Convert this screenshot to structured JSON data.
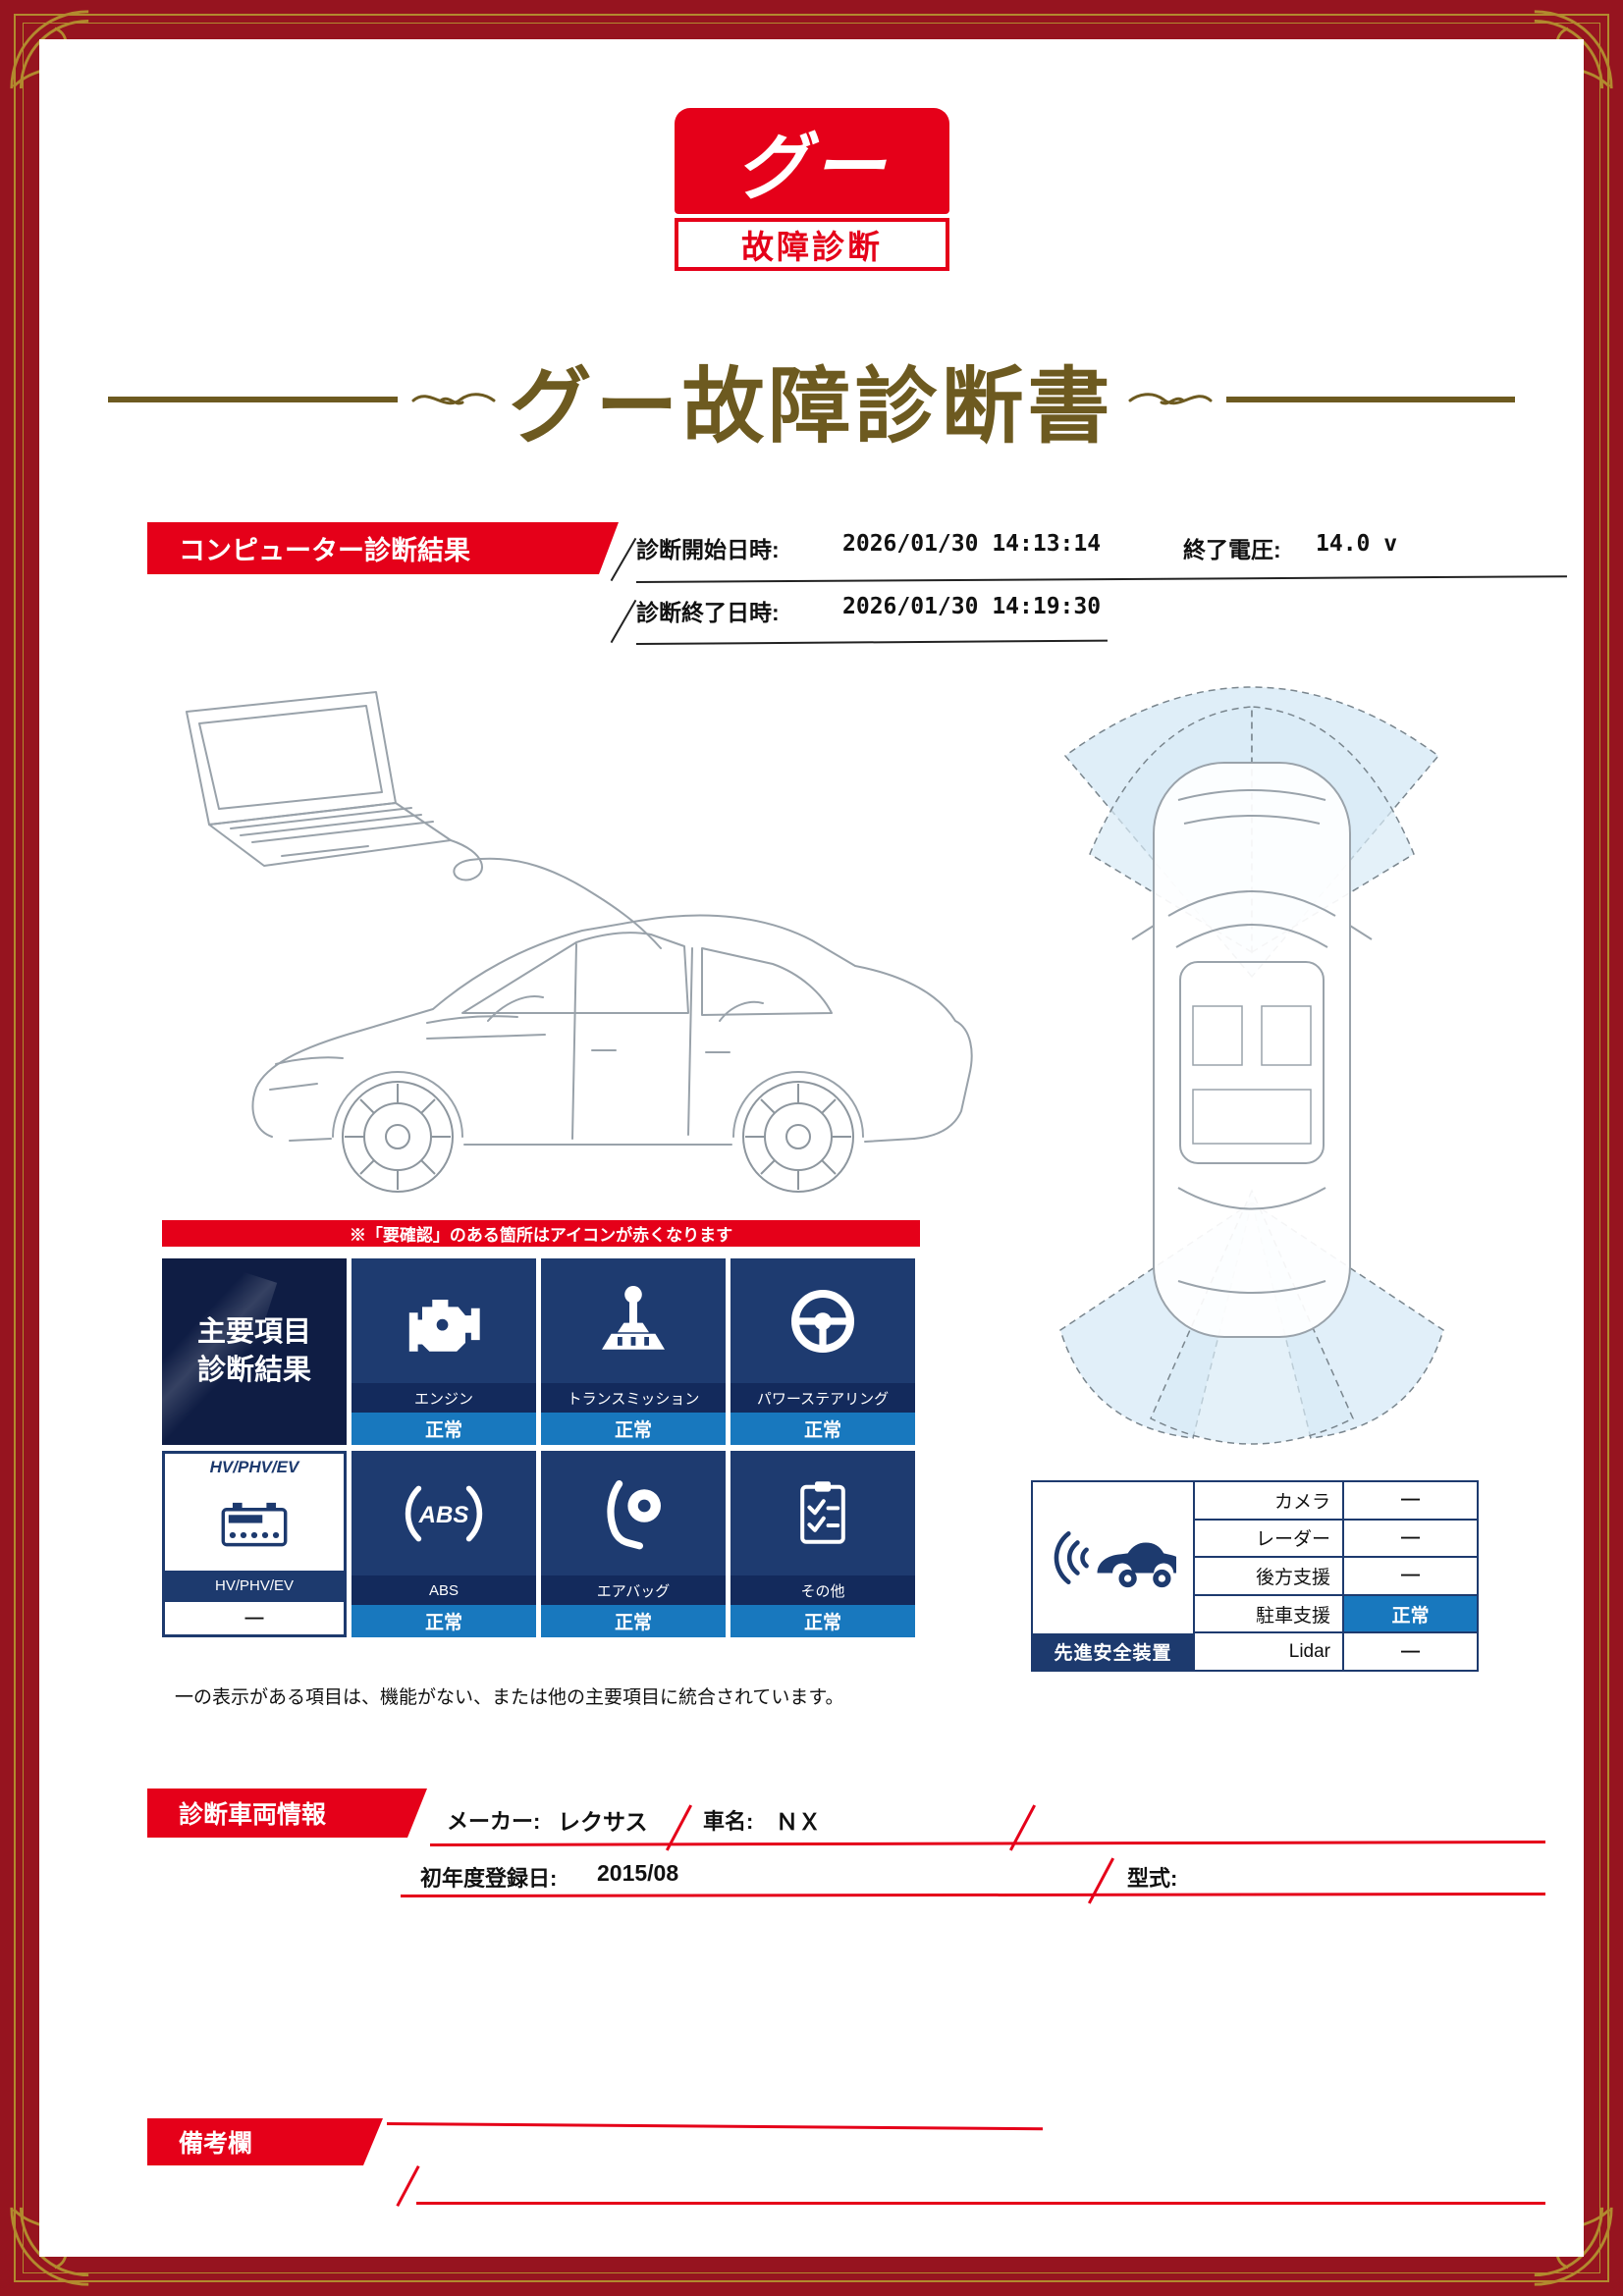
{
  "logo": {
    "mark": "グー",
    "caption": "故障診断"
  },
  "title": "グー故障診断書",
  "diagnosis_header": {
    "banner": "コンピューター診断結果",
    "start_label": "診断開始日時:",
    "start_value": "2026/01/30 14:13:14",
    "voltage_label": "終了電圧:",
    "voltage_value": "14.0 v",
    "end_label": "診断終了日時:",
    "end_value": "2026/01/30 14:19:30"
  },
  "alert_note": "※「要確認」のある箇所はアイコンが赤くなります",
  "main_results": {
    "header_line1": "主要項目",
    "header_line2": "診断結果",
    "items": [
      {
        "icon": "engine-icon",
        "label": "エンジン",
        "status": "正常"
      },
      {
        "icon": "transmission-icon",
        "label": "トランスミッション",
        "status": "正常"
      },
      {
        "icon": "steering-icon",
        "label": "パワーステアリング",
        "status": "正常"
      },
      {
        "icon": "hv-battery-icon",
        "header": "HV/PHV/EV",
        "label": "HV/PHV/EV",
        "status": "—"
      },
      {
        "icon": "abs-icon",
        "label": "ABS",
        "status": "正常"
      },
      {
        "icon": "airbag-icon",
        "label": "エアバッグ",
        "status": "正常"
      },
      {
        "icon": "checklist-icon",
        "label": "その他",
        "status": "正常"
      }
    ],
    "footnote": "一の表示がある項目は、機能がない、または他の主要項目に統合されています。"
  },
  "safety_devices": {
    "caption": "先進安全装置",
    "rows": [
      {
        "label": "カメラ",
        "value": "—"
      },
      {
        "label": "レーダー",
        "value": "—"
      },
      {
        "label": "後方支援",
        "value": "—"
      },
      {
        "label": "駐車支援",
        "value": "正常"
      },
      {
        "label": "Lidar",
        "value": "—"
      }
    ]
  },
  "vehicle_info": {
    "banner": "診断車両情報",
    "maker_label": "メーカー:",
    "maker_value": "レクサス",
    "name_label": "車名:",
    "name_value": "ＮＸ",
    "registration_label": "初年度登録日:",
    "registration_value": "2015/08",
    "model_label": "型式:",
    "model_value": ""
  },
  "remarks": {
    "banner": "備考欄"
  },
  "illustrations": {
    "left": "laptop-diagnostic-tool-connected-to-car",
    "right": "car-top-view-sensor-coverage"
  },
  "colors": {
    "accent_red": "#e50019",
    "frame_red": "#96141f",
    "gold": "#b28a2e",
    "title_bronze": "#6d5a20",
    "tile_navy": "#1e3b70",
    "tile_navy_dark": "#132a5c",
    "status_blue": "#1878be"
  }
}
